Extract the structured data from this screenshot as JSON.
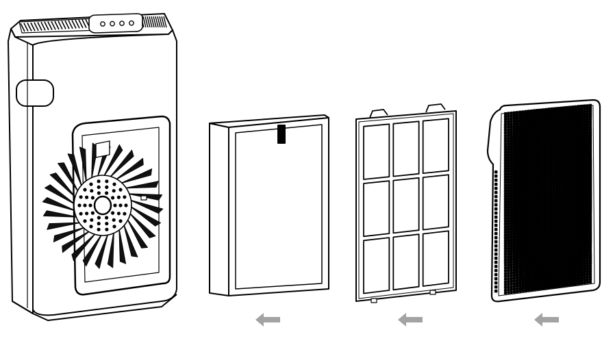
{
  "diagram": {
    "components": [
      {
        "id": "purifier-body",
        "type": "air-purifier-housing"
      },
      {
        "id": "hepa-filter",
        "type": "filter-frame"
      },
      {
        "id": "carbon-filter",
        "type": "grid-filter",
        "cells": 9
      },
      {
        "id": "pre-filter",
        "type": "mesh-filter"
      }
    ],
    "arrows": [
      {
        "id": "arrow-1",
        "direction": "left"
      },
      {
        "id": "arrow-2",
        "direction": "left"
      },
      {
        "id": "arrow-3",
        "direction": "left"
      }
    ],
    "colors": {
      "line": "#000000",
      "fill": "#ffffff",
      "arrow": "#a3a3a3",
      "mesh": "#111111"
    }
  }
}
